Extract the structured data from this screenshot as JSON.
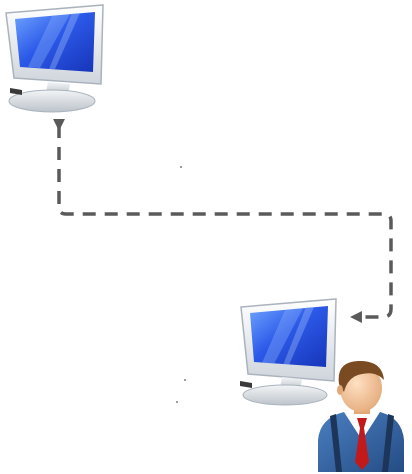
{
  "diagram": {
    "nodes": [
      {
        "id": "monitor-top-left",
        "icon": "computer-monitor-icon"
      },
      {
        "id": "monitor-bottom-right",
        "icon": "computer-monitor-icon"
      },
      {
        "id": "user",
        "icon": "businessman-avatar-icon"
      }
    ],
    "edges": [
      {
        "from": "monitor-bottom-right",
        "to": "monitor-top-left",
        "style": "dashed",
        "arrowheads": [
          "both"
        ]
      }
    ],
    "colors": {
      "screen_blue": "#1f44d8",
      "screen_light": "#6fa4ff",
      "bezel": "#e9edf2",
      "stand": "#cfd4da",
      "connector": "#5a5a5a",
      "suit": "#2f5f9e",
      "tie": "#c21a1a",
      "hair": "#7a4a22",
      "skin": "#f2c49a"
    }
  }
}
